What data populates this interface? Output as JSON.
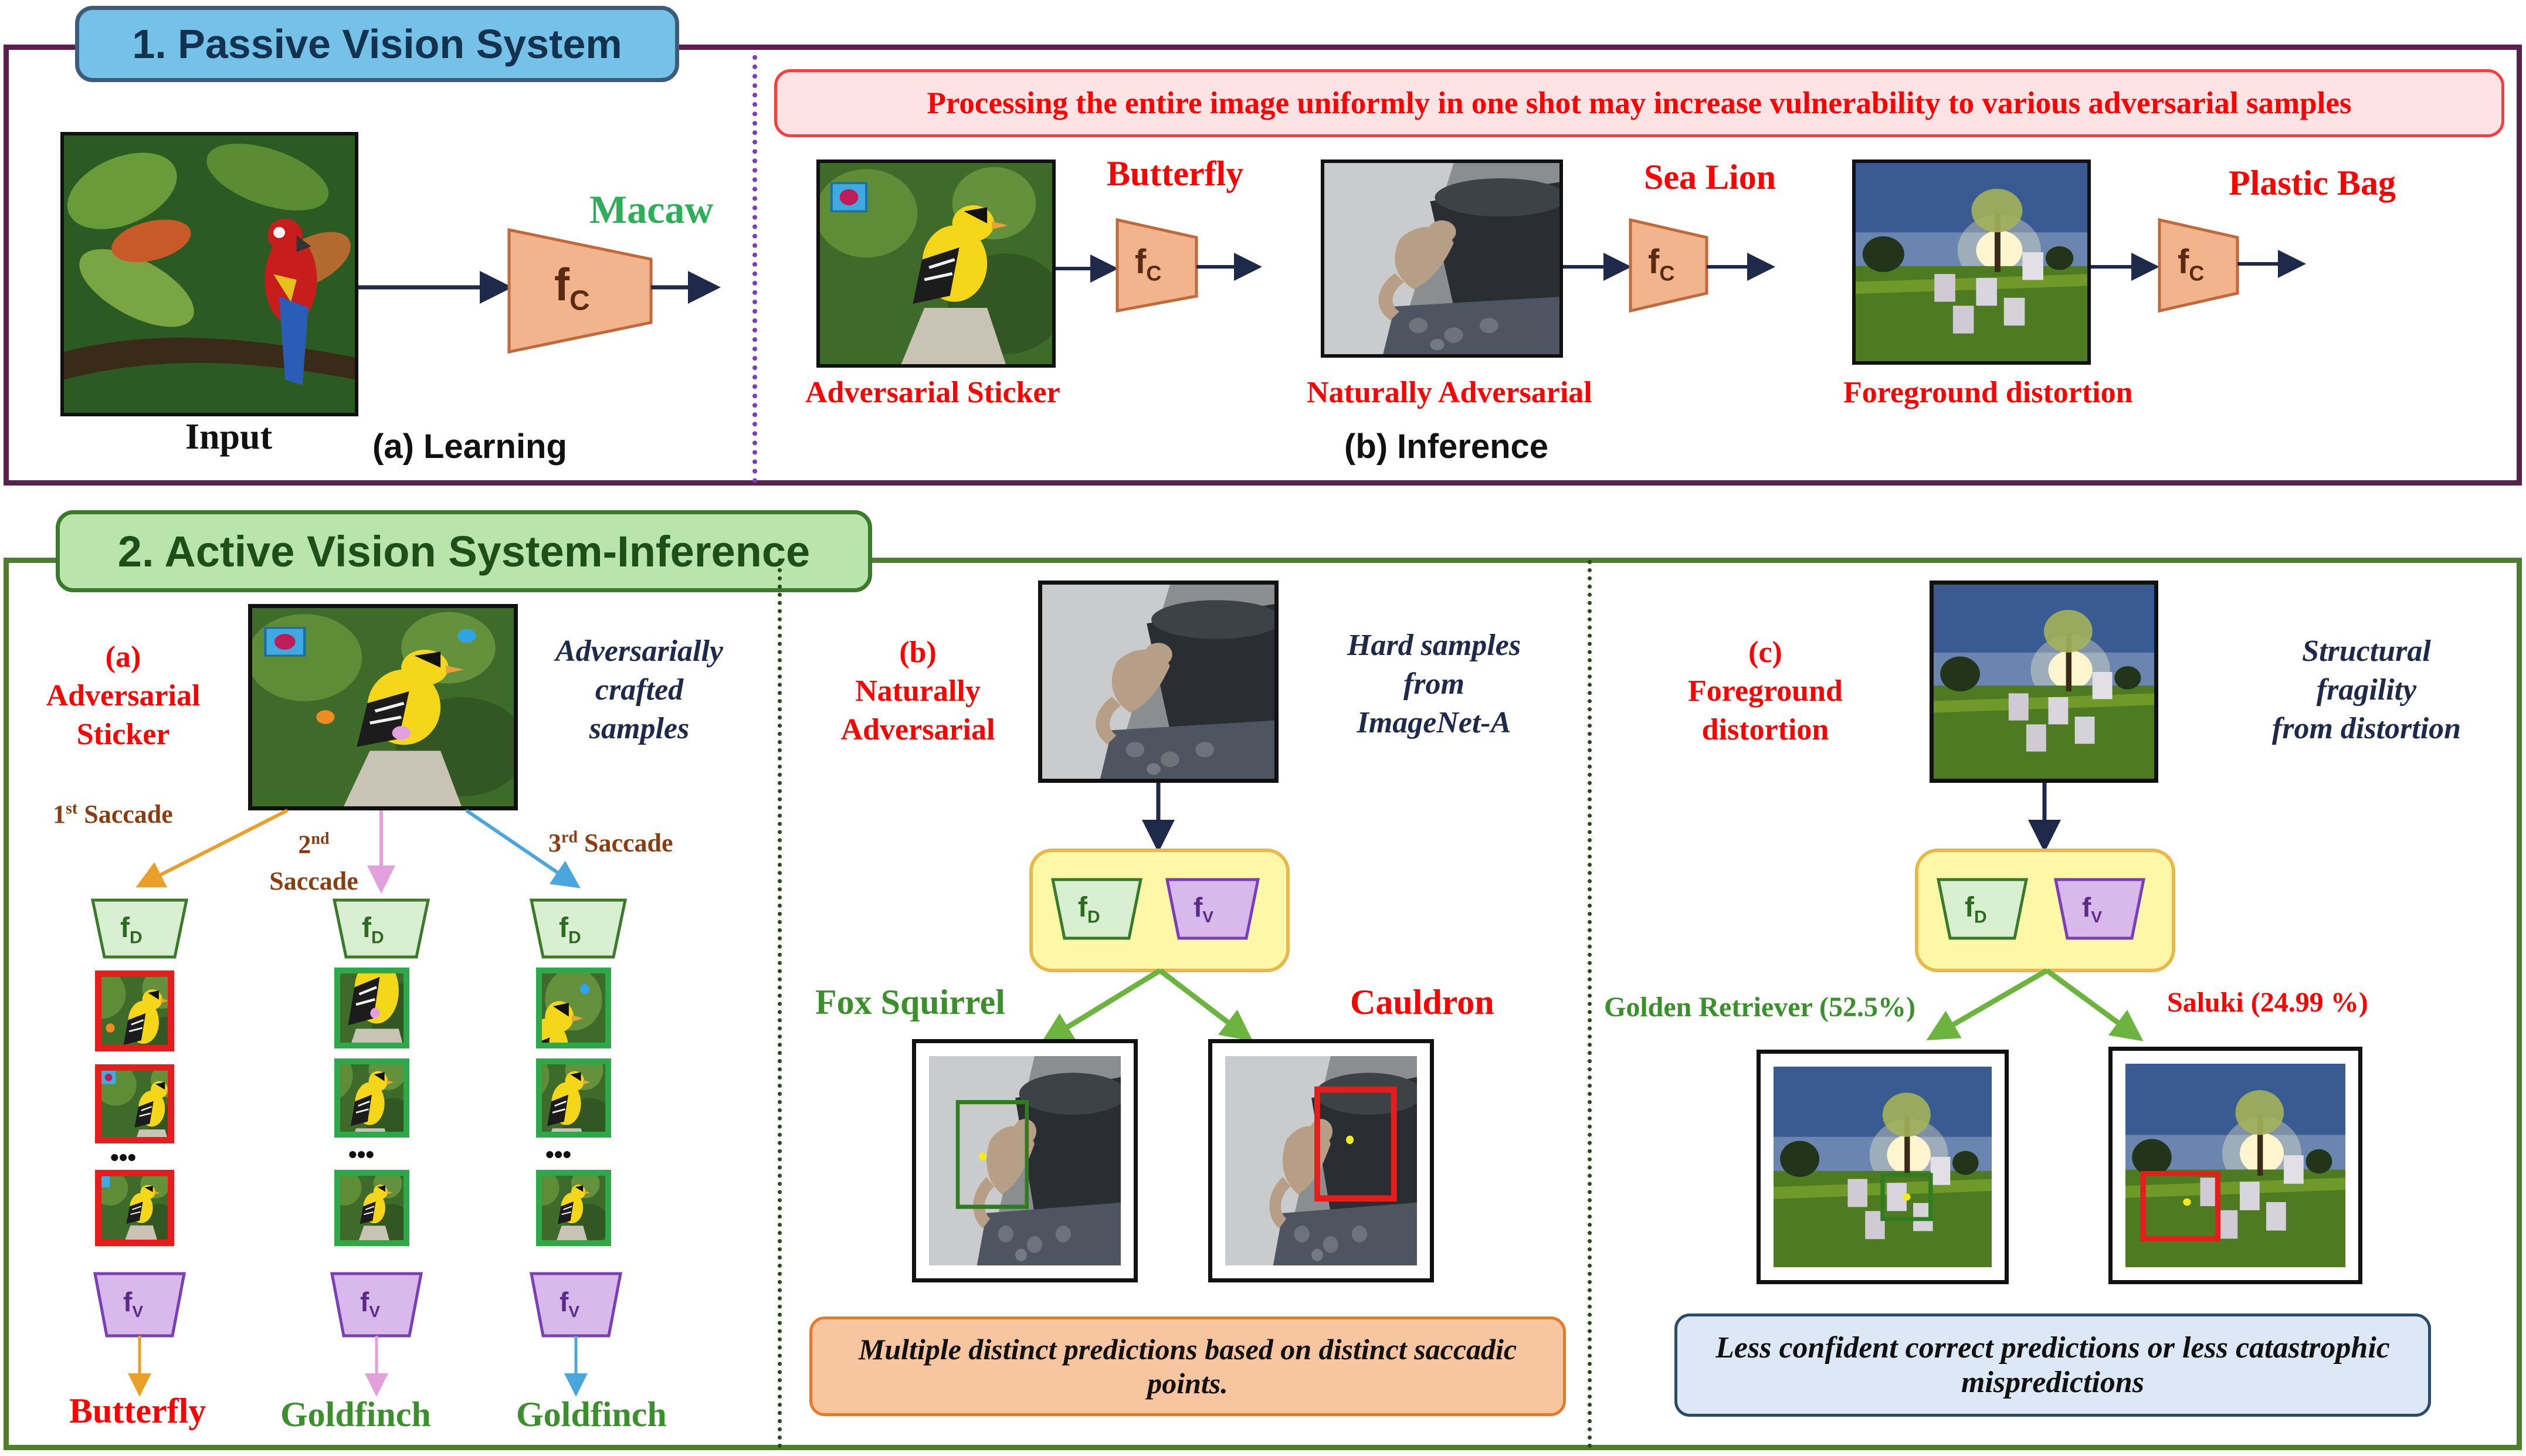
{
  "section1": {
    "title": "1. Passive Vision System",
    "learning": {
      "input_label": "Input",
      "prediction": "Macaw",
      "caption": "(a) Learning",
      "classifier": {
        "main": "f",
        "sub": "C"
      }
    },
    "inference": {
      "banner": "Processing the entire image uniformly in one shot may increase vulnerability to various adversarial samples",
      "caption": "(b) Inference",
      "examples": [
        {
          "prediction": "Butterfly",
          "label": "Adversarial Sticker"
        },
        {
          "prediction": "Sea Lion",
          "label": "Naturally Adversarial"
        },
        {
          "prediction": "Plastic Bag",
          "label": "Foreground distortion"
        }
      ]
    }
  },
  "section2": {
    "title": "2. Active Vision System-Inference",
    "panel_a": {
      "heading": [
        "(a)",
        "Adversarial",
        "Sticker"
      ],
      "description": [
        "Adversarially",
        "crafted",
        "samples"
      ],
      "saccades": [
        {
          "ord": "1",
          "sup": "st",
          "word": "Saccade"
        },
        {
          "ord": "2",
          "sup": "nd",
          "word": "Saccade"
        },
        {
          "ord": "3",
          "sup": "rd",
          "word": "Saccade"
        }
      ],
      "ellipsis": "•••",
      "predictions": [
        "Butterfly",
        "Goldfinch",
        "Goldfinch"
      ],
      "fd": {
        "main": "f",
        "sub": "D"
      },
      "fv": {
        "main": "f",
        "sub": "V"
      }
    },
    "panel_b": {
      "heading": [
        "(b)",
        "Naturally",
        "Adversarial"
      ],
      "description": [
        "Hard samples",
        "from",
        "ImageNet-A"
      ],
      "predictions": [
        "Fox Squirrel",
        "Cauldron"
      ],
      "summary": "Multiple distinct predictions based on distinct saccadic points."
    },
    "panel_c": {
      "heading": [
        "(c)",
        "Foreground",
        "distortion"
      ],
      "description": [
        "Structural",
        "fragility",
        "from distortion"
      ],
      "predictions": [
        "Golden Retriever (52.5%)",
        "Saluki (24.99 %)"
      ],
      "summary": "Less confident correct predictions or less catastrophic mispredictions"
    }
  },
  "colors": {
    "section1_border": "#5a1f4e",
    "section2_border": "#4d7f2e",
    "classifier_fc": "#f2b48c",
    "module_fd": "#d9efd2",
    "module_fv": "#d9b8ec",
    "module_box": "#fdf7a8",
    "orange_saccade": "#e8a02a",
    "pink_saccade": "#e2a0dd",
    "blue_saccade": "#4aa6dc"
  }
}
